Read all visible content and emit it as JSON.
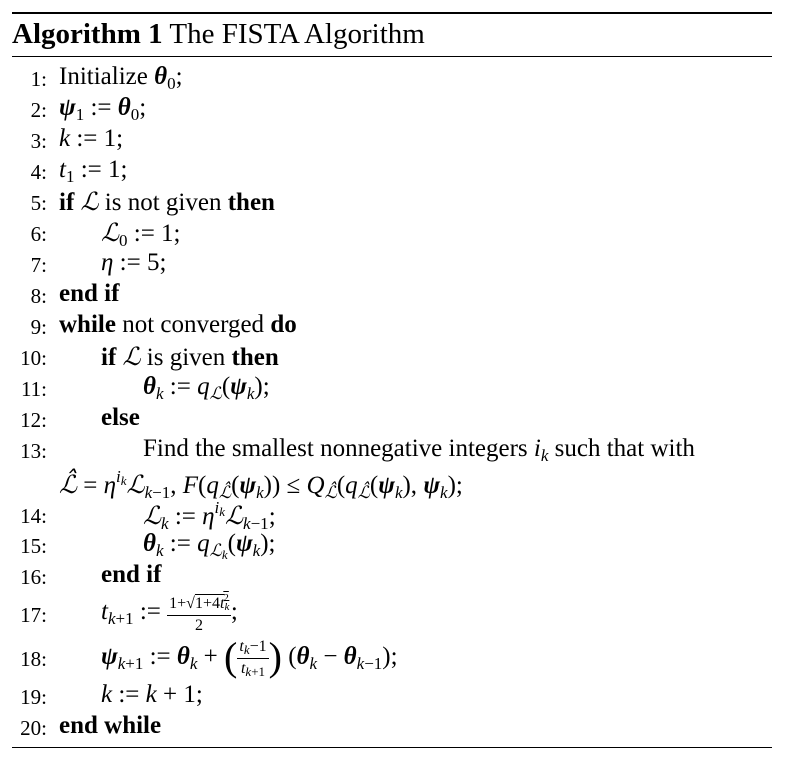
{
  "algorithm": {
    "label": "Algorithm 1",
    "title": "The FISTA Algorithm"
  },
  "lines": [
    {
      "n": "1:",
      "indent": 0,
      "text": "Initialize θ₀;"
    },
    {
      "n": "2:",
      "indent": 0,
      "text": "ψ₁ := θ₀;"
    },
    {
      "n": "3:",
      "indent": 0,
      "text": "k := 1;"
    },
    {
      "n": "4:",
      "indent": 0,
      "text": "t₁ := 1;"
    },
    {
      "n": "5:",
      "indent": 0,
      "kw1": "if",
      "text": "ℒ is not given",
      "kw2": "then"
    },
    {
      "n": "6:",
      "indent": 1,
      "text": "ℒ₀ := 1;"
    },
    {
      "n": "7:",
      "indent": 1,
      "text": "η := 5;"
    },
    {
      "n": "8:",
      "indent": 0,
      "kw1": "end if"
    },
    {
      "n": "9:",
      "indent": 0,
      "kw1": "while",
      "text": "not converged",
      "kw2": "do"
    },
    {
      "n": "10:",
      "indent": 1,
      "kw1": "if",
      "text": "ℒ is given",
      "kw2": "then"
    },
    {
      "n": "11:",
      "indent": 2,
      "text": "θₖ := q_ℒ(ψₖ);"
    },
    {
      "n": "12:",
      "indent": 1,
      "kw1": "else"
    },
    {
      "n": "13:",
      "indent": 2,
      "text": "Find the smallest nonnegative integers iₖ such that with",
      "cont": "ℒ̂ = η^{iₖ} ℒₖ₋₁, F(q_ℒ̂(ψₖ)) ≤ Q_ℒ̂(q_ℒ̂(ψₖ), ψₖ);"
    },
    {
      "n": "14:",
      "indent": 2,
      "text": "ℒₖ := η^{iₖ} ℒₖ₋₁;"
    },
    {
      "n": "15:",
      "indent": 2,
      "text": "θₖ := q_ℒₖ(ψₖ);"
    },
    {
      "n": "16:",
      "indent": 1,
      "kw1": "end if"
    },
    {
      "n": "17:",
      "indent": 1,
      "text": "tₖ₊₁ := (1+√(1+4tₖ²))/2;"
    },
    {
      "n": "18:",
      "indent": 1,
      "text": "ψₖ₊₁ := θₖ + ((tₖ−1)/tₖ₊₁)(θₖ − θₖ₋₁);"
    },
    {
      "n": "19:",
      "indent": 1,
      "text": "k := k + 1;"
    },
    {
      "n": "20:",
      "indent": 0,
      "kw1": "end while"
    }
  ],
  "frag": {
    "initialize": "Initialize",
    "not_given": "is not given",
    "is_given": "is given",
    "not_converged": "not converged",
    "find_text": "Find the smallest nonnegative integers",
    "such_that": "such that with",
    "kw_if": "if",
    "kw_then": "then",
    "kw_end_if": "end if",
    "kw_while": "while",
    "kw_do": "do",
    "kw_else": "else",
    "kw_end_while": "end while"
  }
}
